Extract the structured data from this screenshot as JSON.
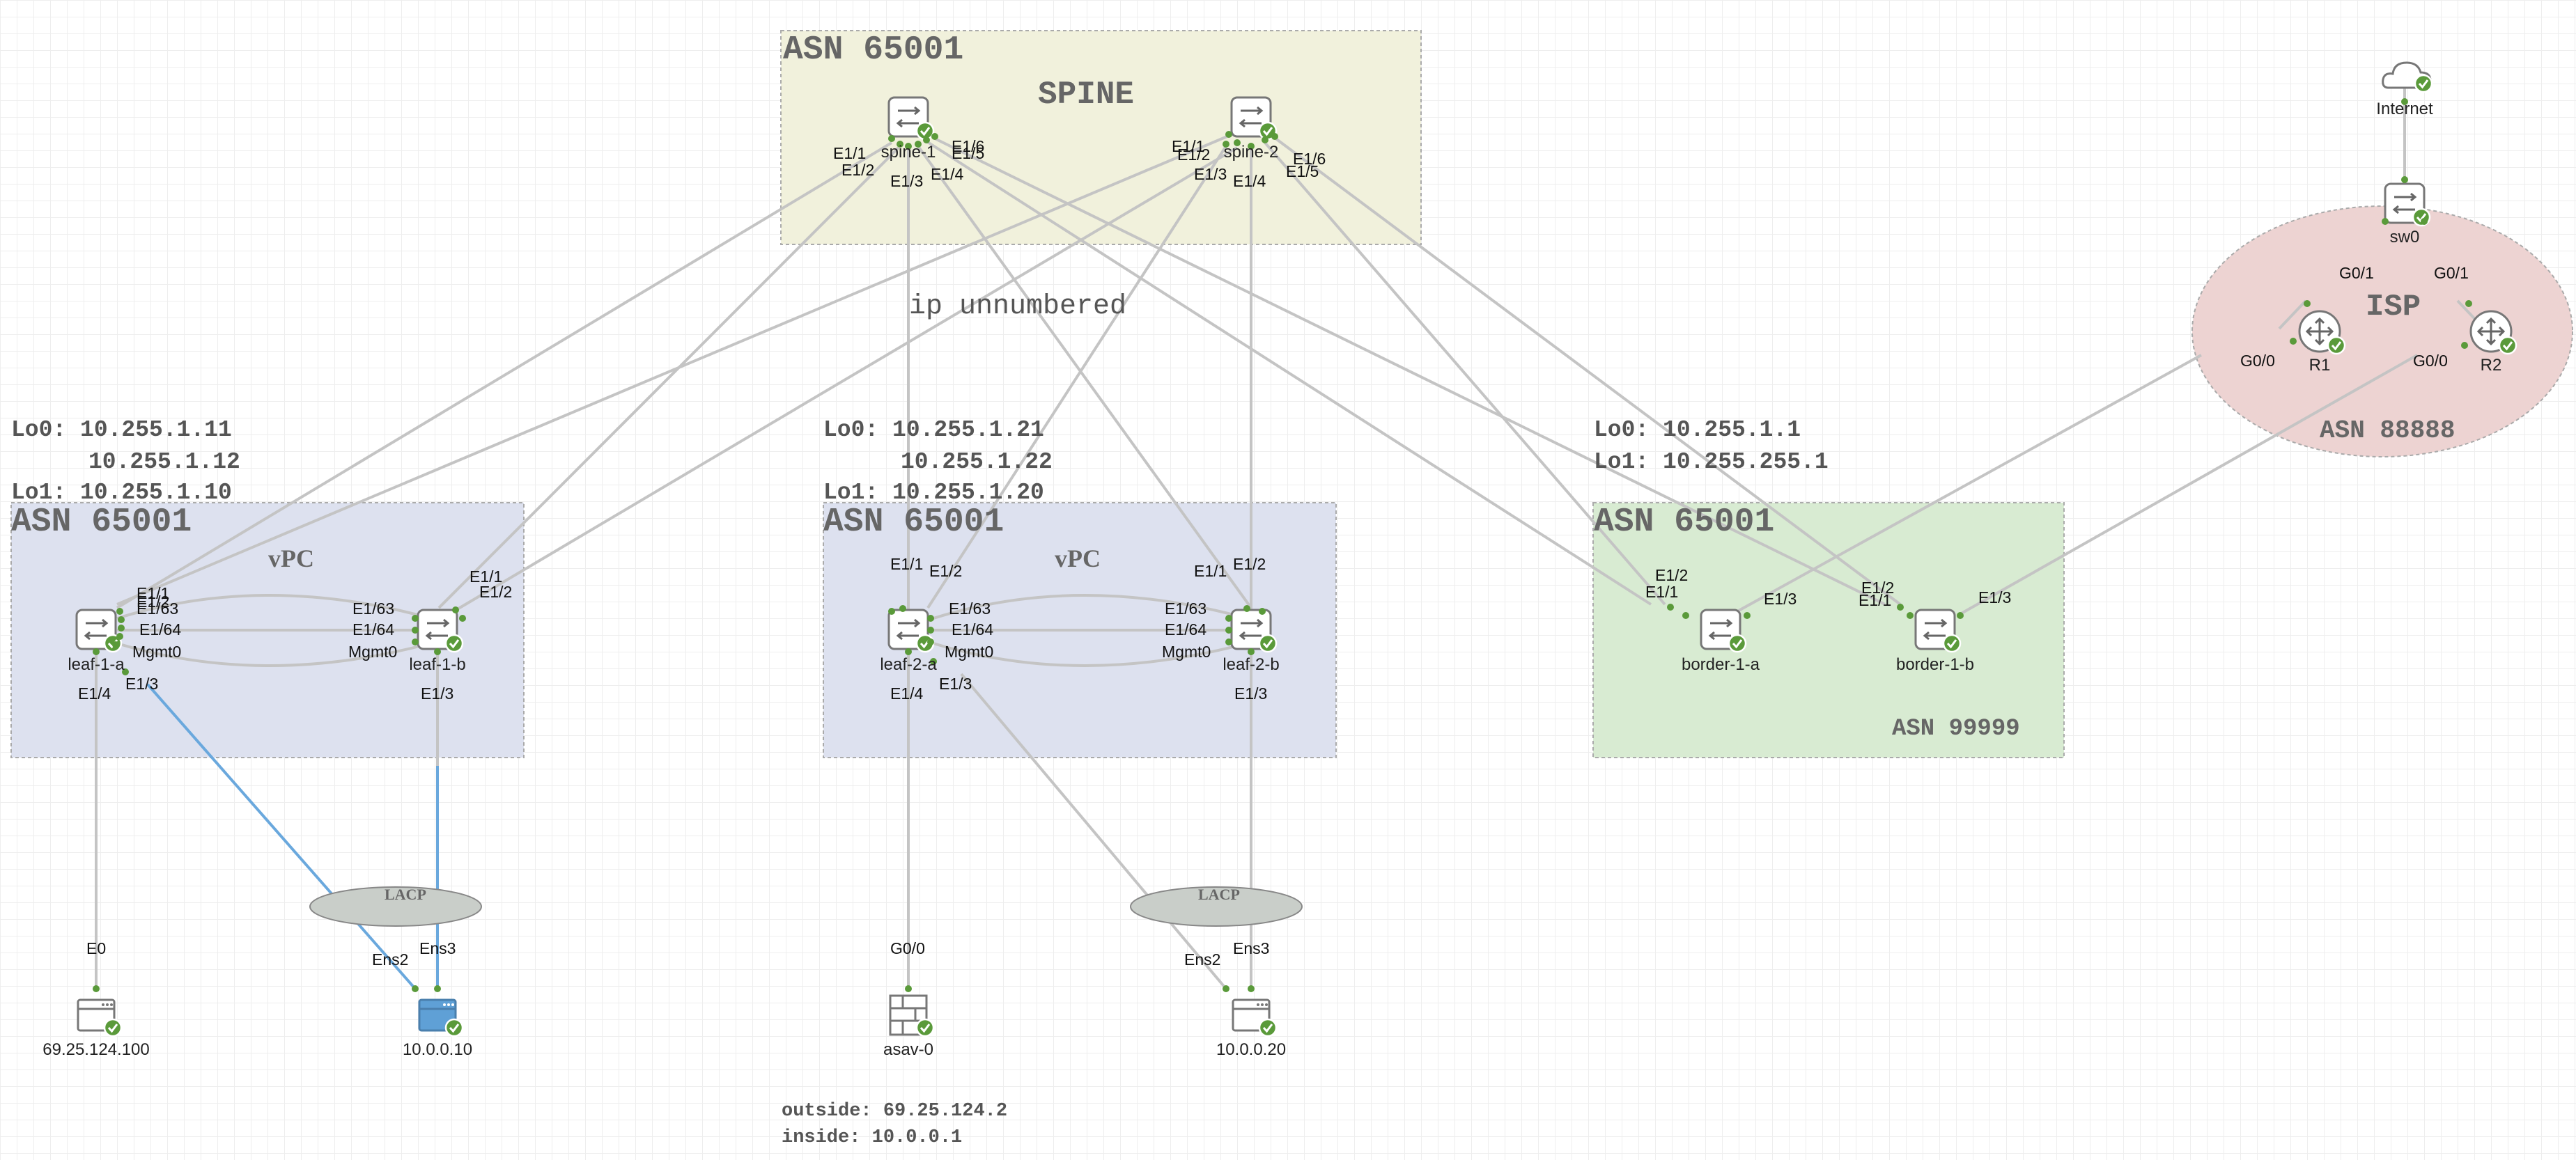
{
  "zones": {
    "spine": {
      "asn": "ASN 65001",
      "title": "SPINE"
    },
    "pod1": {
      "asn": "ASN 65001",
      "vpc": "vPC"
    },
    "pod2": {
      "asn": "ASN 65001",
      "vpc": "vPC"
    },
    "border": {
      "asn_top": "ASN 65001",
      "asn_bottom": "ASN 99999"
    },
    "isp": {
      "title": "ISP",
      "asn": "ASN 88888"
    }
  },
  "annotations": {
    "ip_unnumbered": "ip unnumbered",
    "pod1_lo0": "Lo0: 10.255.1.11",
    "pod1_lo0b": "10.255.1.12",
    "pod1_lo1": "Lo1: 10.255.1.10",
    "pod2_lo0": "Lo0: 10.255.1.21",
    "pod2_lo0b": "10.255.1.22",
    "pod2_lo1": "Lo1: 10.255.1.20",
    "border_lo0": "Lo0: 10.255.1.1",
    "border_lo1": "Lo1: 10.255.255.1",
    "asa_outside": "outside: 69.25.124.2",
    "asa_inside": "inside: 10.0.0.1",
    "lacp1": "LACP",
    "lacp2": "LACP"
  },
  "nodes": {
    "spine1": "spine-1",
    "spine2": "spine-2",
    "leaf1a": "leaf-1-a",
    "leaf1b": "leaf-1-b",
    "leaf2a": "leaf-2-a",
    "leaf2b": "leaf-2-b",
    "border1a": "border-1-a",
    "border1b": "border-1-b",
    "r1": "R1",
    "r2": "R2",
    "sw0": "sw0",
    "internet": "Internet",
    "host_ext": "69.25.124.100",
    "host1": "10.0.0.10",
    "asa": "asav-0",
    "host2": "10.0.0.20"
  },
  "ports": {
    "s1_e11": "E1/1",
    "s1_e12": "E1/2",
    "s1_e13": "E1/3",
    "s1_e14": "E1/4",
    "s1_e15": "E1/5",
    "s1_e16": "E1/6",
    "s2_e11": "E1/1",
    "s2_e12": "E1/2",
    "s2_e13": "E1/3",
    "s2_e14": "E1/4",
    "s2_e15": "E1/5",
    "s2_e16": "E1/6",
    "l1a_e11": "E1/1",
    "l1a_e12": "E1/2",
    "l1a_e163": "E1/63",
    "l1a_e164": "E1/64",
    "l1a_mgmt": "Mgmt0",
    "l1a_e13": "E1/3",
    "l1a_e14": "E1/4",
    "l1b_e11": "E1/1",
    "l1b_e12": "E1/2",
    "l1b_e163": "E1/63",
    "l1b_e164": "E1/64",
    "l1b_mgmt": "Mgmt0",
    "l1b_e13": "E1/3",
    "l2a_e11": "E1/1",
    "l2a_e12": "E1/2",
    "l2a_e163": "E1/63",
    "l2a_e164": "E1/64",
    "l2a_mgmt": "Mgmt0",
    "l2a_e13": "E1/3",
    "l2a_e14": "E1/4",
    "l2b_e11": "E1/1",
    "l2b_e12": "E1/2",
    "l2b_e163": "E1/63",
    "l2b_e164": "E1/64",
    "l2b_mgmt": "Mgmt0",
    "l2b_e13": "E1/3",
    "b1a_e12": "E1/2",
    "b1a_e11": "E1/1",
    "b1a_e13": "E1/3",
    "b1b_e12": "E1/2",
    "b1b_e11": "E1/1",
    "b1b_e13": "E1/3",
    "r1_g01": "G0/1",
    "r1_g00": "G0/0",
    "r2_g01": "G0/1",
    "r2_g00": "G0/0",
    "ext_e0": "E0",
    "h1_ens2": "Ens2",
    "h1_ens3": "Ens3",
    "asa_g00": "G0/0",
    "h2_ens2": "Ens2",
    "h2_ens3": "Ens3"
  },
  "colors": {
    "spine_fill": "#f1f1dc",
    "pod_fill": "#dde1ef",
    "border_fill": "#d8ebd2",
    "isp_fill": "#edd3d2",
    "link": "#c4c4c4",
    "lacp_link": "#6aa8dd",
    "status_ok": "#5a9a3a"
  }
}
